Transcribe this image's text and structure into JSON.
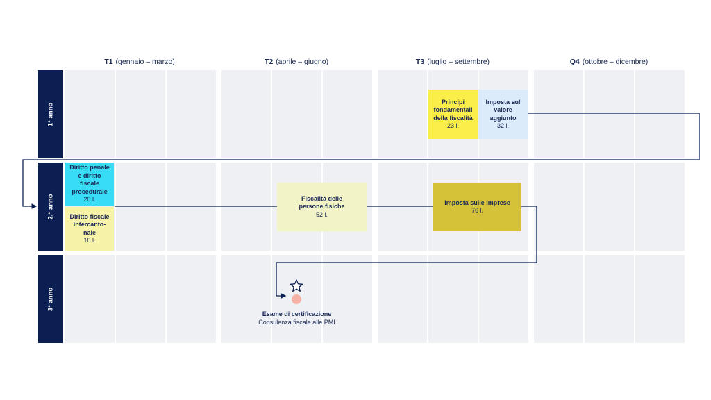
{
  "quarters": [
    {
      "code": "T1",
      "range": "(gennaio – marzo)"
    },
    {
      "code": "T2",
      "range": "(aprile – giugno)"
    },
    {
      "code": "T3",
      "range": "(luglio – settembre)"
    },
    {
      "code": "Q4",
      "range": "(ottobre – dicembre)"
    }
  ],
  "years": [
    "1° anno",
    "2.° anno",
    "3° anno"
  ],
  "courses": [
    {
      "title": "Principi\nfondamentali\ndella fiscalità",
      "hours": "23 l.",
      "color": "#fbee4a"
    },
    {
      "title": "Imposta sul\nvalore\naggiunto",
      "hours": "32 l.",
      "color": "#dcebfa"
    },
    {
      "title": "Diritto penale\ne diritto\nfiscale\nprocedurale",
      "hours": "20 l.",
      "color": "#38dcf4"
    },
    {
      "title": "Diritto fiscale\nintercanto-\nnale",
      "hours": "10 l.",
      "color": "#f6f3a9"
    },
    {
      "title": "Fiscalità delle\npersone fisiche",
      "hours": "52 l.",
      "color": "#f3f3c8"
    },
    {
      "title": "Imposta sulle imprese",
      "hours": "76 l.",
      "color": "#d5c239"
    }
  ],
  "goal": {
    "title": "Esame di certificazione",
    "subtitle": "Consulenza fiscale alle PMI",
    "icon": "star-icon",
    "dot_color": "#f7b2a8"
  },
  "colors": {
    "navy": "#0b1f52",
    "cell": "#eef0f4"
  }
}
